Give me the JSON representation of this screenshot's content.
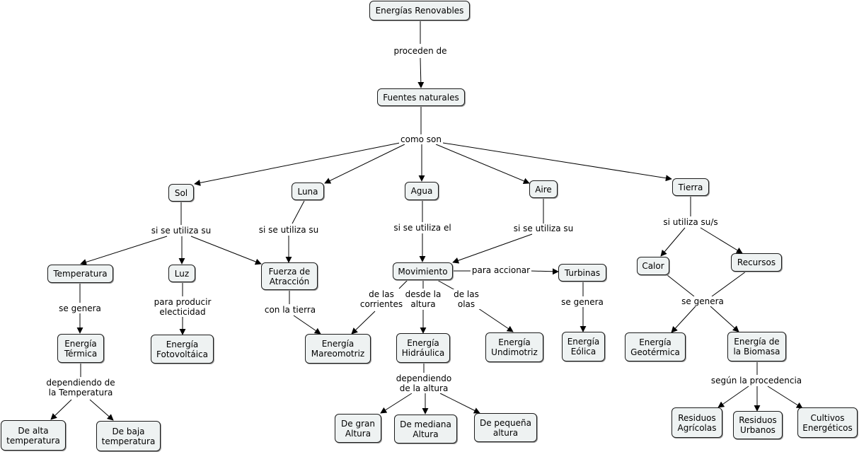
{
  "nodes": {
    "renovables": "Energías Renovables",
    "fuentes": "Fuentes naturales",
    "sol": "Sol",
    "luna": "Luna",
    "agua": "Agua",
    "aire": "Aire",
    "tierra": "Tierra",
    "temperatura": "Temperatura",
    "luz": "Luz",
    "fuerza": "Fuerza de\nAtracción",
    "movimiento": "Movimiento",
    "turbinas": "Turbinas",
    "calor": "Calor",
    "recursos": "Recursos",
    "termica": "Energía\nTérmica",
    "fotovoltaica": "Energía\nFotovoltáica",
    "mareomotriz": "Energía\nMareomotriz",
    "hidraulica": "Energía\nHidráulica",
    "undimotriz": "Energía\nUndimotriz",
    "eolica": "Energía\nEólica",
    "geotermica": "Energía\nGeotérmica",
    "biomasa": "Energía de\nla Biomasa",
    "alta_temp": "De alta\ntemperatura",
    "baja_temp": "De baja\ntemperatura",
    "gran_altura": "De gran\nAltura",
    "mediana_altura": "De mediana\nAltura",
    "pequena_altura": "De pequeña\naltura",
    "agricolas": "Residuos\nAgrícolas",
    "urbanos": "Residuos\nUrbanos",
    "cultivos": "Cultivos\nEnergéticos"
  },
  "links": {
    "proceden": "proceden de",
    "como_son": "como son",
    "sol_utiliza": "si se utiliza su",
    "luna_utiliza": "si se utiliza su",
    "agua_utiliza": "si se utiliza el",
    "aire_utiliza": "si se utiliza su",
    "tierra_utiliza": "si utiliza su/s",
    "temp_genera": "se genera",
    "luz_producir": "para producir\nelecticidad",
    "con_tierra": "con la tierra",
    "para_accionar": "para accionar",
    "corrientes": "de las\ncorrientes",
    "desde_altura": "desde la\naltura",
    "olas": "de las\nolas",
    "turbinas_genera": "se genera",
    "tierra_genera": "se genera",
    "dep_temperatura": "dependiendo de\nla Temperatura",
    "dep_altura": "dependiendo\nde la altura",
    "procedencia": "según la procedencia"
  },
  "colors": {
    "node_fill": "#eef2f2",
    "node_border": "#1c1c1c",
    "edge": "#000000"
  }
}
